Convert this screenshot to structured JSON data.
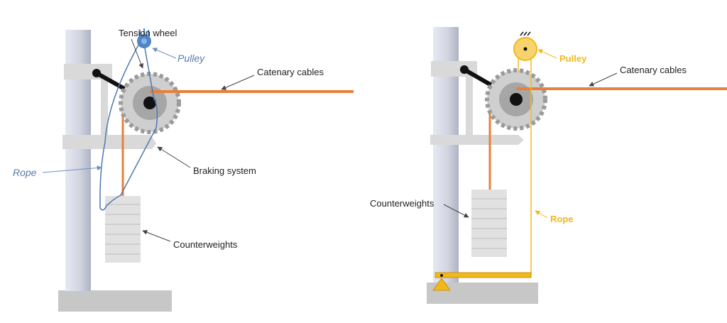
{
  "colors": {
    "cable": "#e8803a",
    "pulley_blue": "#4f86c6",
    "rope_blue": "#4f78b0",
    "label_blue": "#5a7aa8",
    "yellow": "#f2b81b",
    "pulley_yellow": "#f7d36e",
    "gear": "#cfcfcf",
    "gear_dash": "#9a9a9a",
    "gear_hub": "#a6a6a6",
    "metal": "#d9d9d9",
    "pole_light": "#e3e5ef",
    "pole_dark": "#b5b8c6",
    "base": "#c7c7c7",
    "weights": "#e1e1e1",
    "arrow": "#444444",
    "text": "#222222"
  },
  "left_diagram": {
    "tension_wheel_label": "Tension wheel",
    "pulley_label": "Pulley",
    "catenary_label": "Catenary cables",
    "rope_label": "Rope",
    "braking_label": "Braking system",
    "counterweights_label": "Counterweights"
  },
  "right_diagram": {
    "pulley_label": "Pulley",
    "catenary_label": "Catenary cables",
    "counterweights_label": "Counterweights",
    "rope_label": "Rope"
  }
}
